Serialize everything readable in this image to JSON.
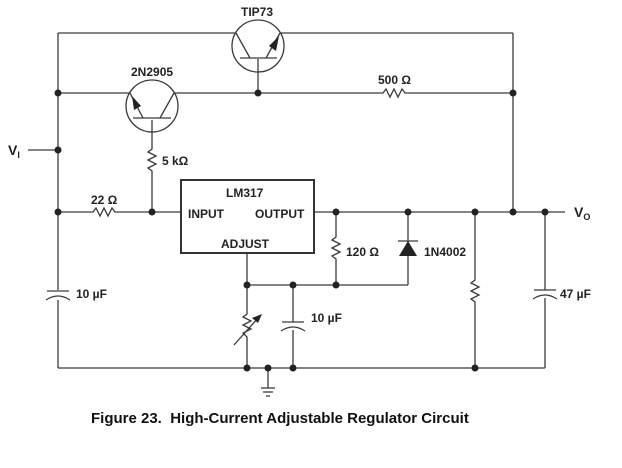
{
  "figure": {
    "caption": "Figure 23.  High-Current Adjustable Regulator Circuit"
  },
  "components": {
    "q1": {
      "label": "TIP73",
      "type": "NPN transistor"
    },
    "q2": {
      "label": "2N2905",
      "type": "PNP transistor"
    },
    "r_500": {
      "label": "500 Ω"
    },
    "r_5k": {
      "label": "5 kΩ"
    },
    "r_22": {
      "label": "22 Ω"
    },
    "r_120": {
      "label": "120 Ω"
    },
    "r_load": {
      "label": ""
    },
    "pot": {
      "label": ""
    },
    "c_in": {
      "label": "10 µF"
    },
    "c_adj": {
      "label": "10 µF"
    },
    "c_out": {
      "label": "47 µF"
    },
    "d1": {
      "label": "1N4002"
    },
    "regulator": {
      "name": "LM317",
      "pin_input": "INPUT",
      "pin_output": "OUTPUT",
      "pin_adjust": "ADJUST"
    }
  },
  "terminals": {
    "vin": {
      "main": "V",
      "sub": "I"
    },
    "vout": {
      "main": "V",
      "sub": "O"
    }
  }
}
